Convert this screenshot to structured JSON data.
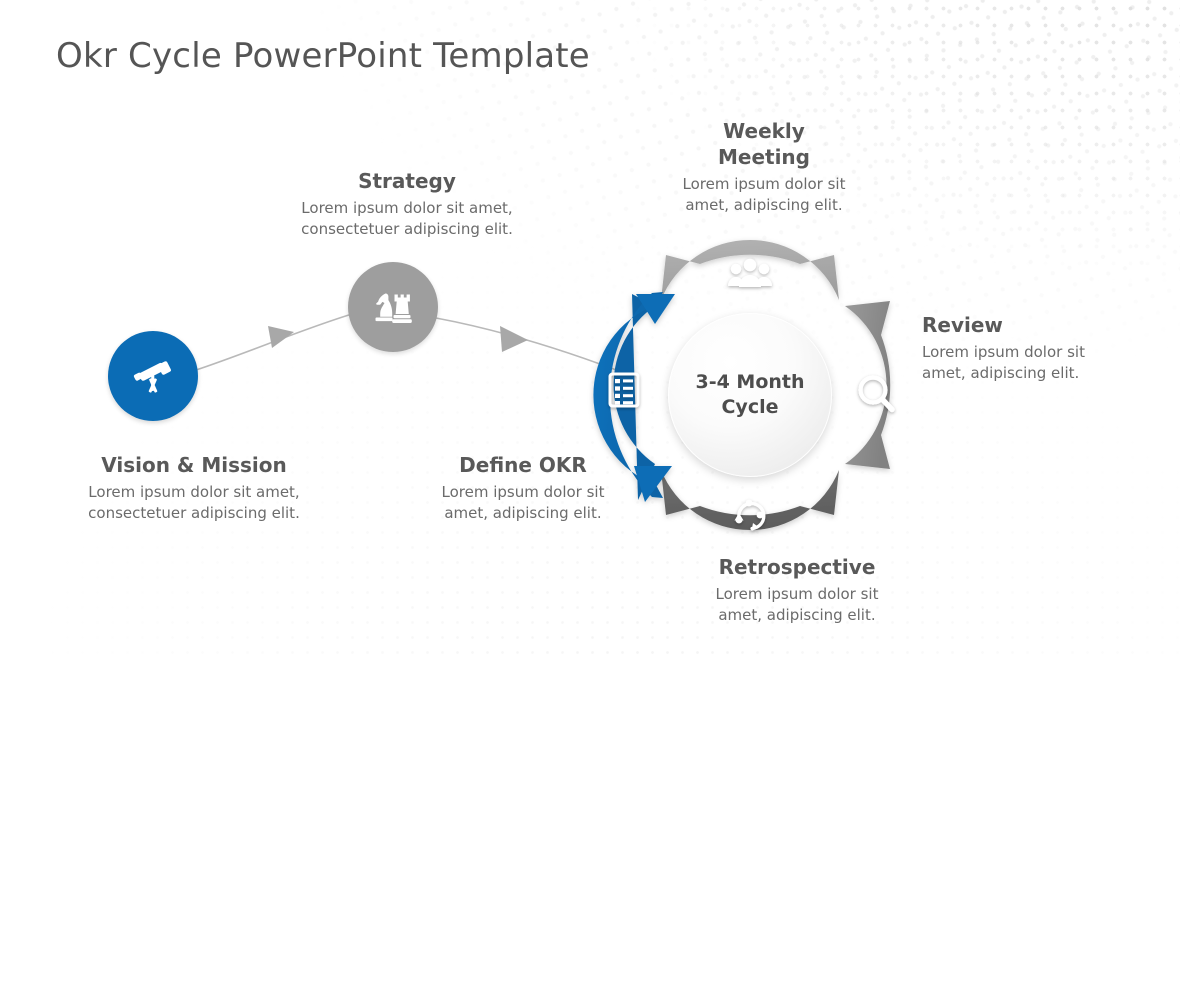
{
  "page": {
    "title": "Okr Cycle PowerPoint Template"
  },
  "colors": {
    "brand_blue": "#0B6CB5",
    "arc_light_gray": "#A6A6A6",
    "arc_medium_gray": "#8C8C8C",
    "arc_dark_gray": "#666666",
    "disc_gray": "#9E9E9E",
    "heading_text": "#595959",
    "body_text": "#6B6B6B",
    "title_text": "#555555",
    "connector_gray": "#B5B5B5"
  },
  "center": {
    "label": "3-4 Month\nCycle"
  },
  "steps": [
    {
      "id": "vision",
      "title": "Vision & Mission",
      "body": "Lorem ipsum dolor sit amet,\nconsectetuer adipiscing elit.",
      "icon": "telescope-icon",
      "color": "#0B6CB5"
    },
    {
      "id": "strategy",
      "title": "Strategy",
      "body": "Lorem ipsum dolor sit amet,\nconsectetuer adipiscing elit.",
      "icon": "chess-pieces-icon",
      "color": "#9E9E9E"
    },
    {
      "id": "define-okr",
      "title": "Define OKR",
      "body": "Lorem ipsum dolor sit\namet, adipiscing elit.",
      "icon": "checklist-icon",
      "color": "#0B6CB5"
    },
    {
      "id": "weekly-meeting",
      "title": "Weekly\nMeeting",
      "body": "Lorem ipsum dolor sit\namet, adipiscing elit.",
      "icon": "people-group-icon",
      "color": "#A6A6A6"
    },
    {
      "id": "review",
      "title": "Review",
      "body": "Lorem ipsum dolor sit\namet, adipiscing elit.",
      "icon": "magnifier-icon",
      "color": "#8C8C8C"
    },
    {
      "id": "retrospective",
      "title": "Retrospective",
      "body": "Lorem ipsum dolor sit\namet, adipiscing elit.",
      "icon": "refresh-cycle-icon",
      "color": "#666666"
    }
  ]
}
